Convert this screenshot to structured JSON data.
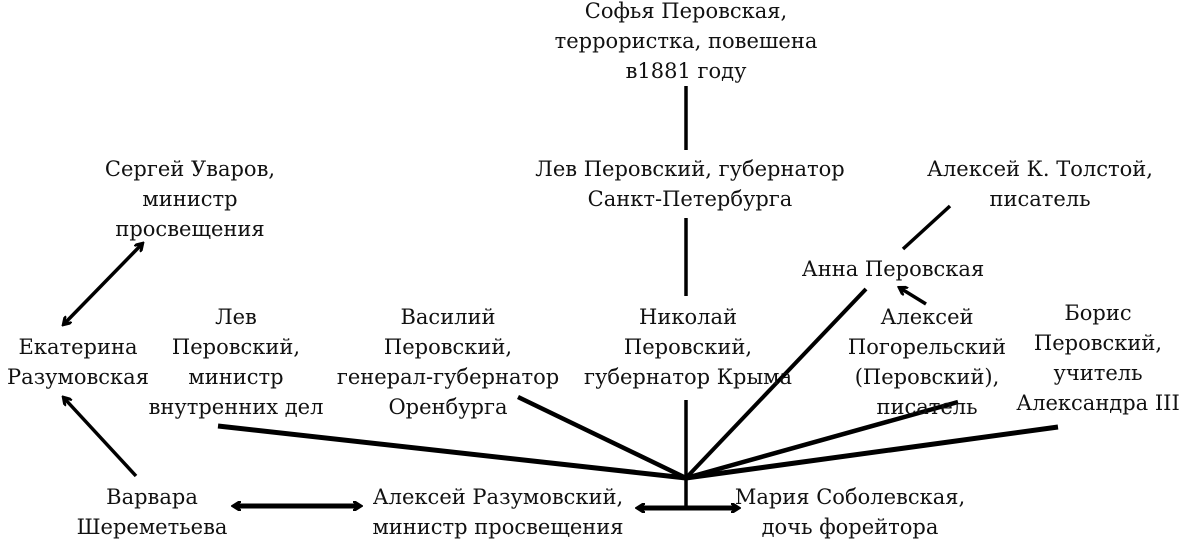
{
  "nodes": {
    "sofya": [
      "Софья Перовская,",
      "террористка, повешена",
      "в1881 году"
    ],
    "lev_gov": [
      "Лев Перовский, губернатор",
      "Санкт-Петербурга"
    ],
    "tolstoy": [
      "Алексей К. Толстой,",
      "писатель"
    ],
    "uvarov": [
      "Сергей Уваров,",
      "министр",
      "просвещения"
    ],
    "anna": [
      "Анна Перовская"
    ],
    "ekaterina": [
      "Екатерина",
      "Разумовская"
    ],
    "lev_min": [
      "Лев",
      "Перовский,",
      "министр",
      "внутренних дел"
    ],
    "vasiliy": [
      "Василий",
      "Перовский,",
      "генерал-губернатор",
      "Оренбурга"
    ],
    "nikolay": [
      "Николай",
      "Перовский,",
      "губернатор Крыма"
    ],
    "pogorelsky": [
      "Алексей",
      "Погорельский",
      "(Перовский),",
      "писатель"
    ],
    "boris": [
      "Борис",
      "Перовский,",
      "учитель",
      "Александра III"
    ],
    "varvara": [
      "Варвара",
      "Шереметьева"
    ],
    "razumovsky": [
      "Алексей Разумовский,",
      "министр просвещения"
    ],
    "maria": [
      "Мария Соболевская,",
      "дочь форейтора"
    ]
  },
  "colors": {
    "line": "#000000",
    "text": "#111111"
  }
}
